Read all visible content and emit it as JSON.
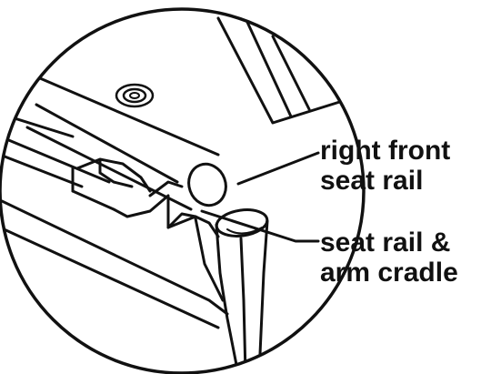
{
  "labels": {
    "right_front_seat_rail": {
      "line1": "right front",
      "line2": "seat rail"
    },
    "seat_rail_arm_cradle": {
      "line1": "seat rail &",
      "line2": "arm cradle"
    }
  },
  "colors": {
    "ink": "#111111",
    "background": "#ffffff"
  }
}
